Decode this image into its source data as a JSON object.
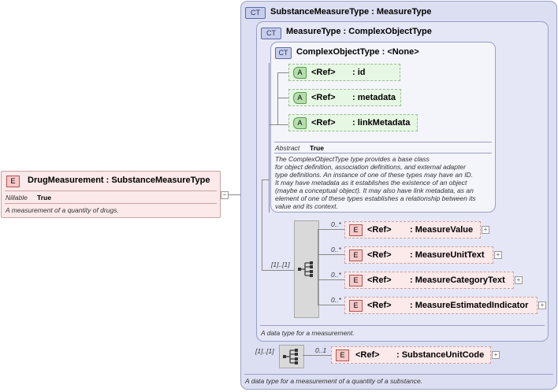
{
  "root_element": {
    "badge": "E",
    "name": "DrugMeasurement",
    "type": ": SubstanceMeasureType",
    "nillable_label": "Nillable",
    "nillable_value": "True",
    "description": "A measurement of a quantity of drugs."
  },
  "substance_measure_type": {
    "badge": "CT",
    "title": "SubstanceMeasureType : MeasureType",
    "description": "A data type for a measurement of a quantity of a substance.",
    "sequence_cardinality": "[1]..[1]",
    "element": {
      "badge": "E",
      "ref": "<Ref>",
      "name": ": SubstanceUnitCode",
      "cardinality": "0..1"
    }
  },
  "measure_type": {
    "badge": "CT",
    "title": "MeasureType : ComplexObjectType",
    "description": "A data type for a measurement.",
    "sequence_cardinality": "[1]..[1]",
    "elements": [
      {
        "badge": "E",
        "ref": "<Ref>",
        "name": ": MeasureValue",
        "cardinality": "0..*"
      },
      {
        "badge": "E",
        "ref": "<Ref>",
        "name": ": MeasureUnitText",
        "cardinality": "0..*"
      },
      {
        "badge": "E",
        "ref": "<Ref>",
        "name": ": MeasureCategoryText",
        "cardinality": "0..*"
      },
      {
        "badge": "E",
        "ref": "<Ref>",
        "name": ": MeasureEstimatedIndicator",
        "cardinality": "0..*"
      }
    ]
  },
  "complex_object_type": {
    "badge": "CT",
    "title": "ComplexObjectType : <None>",
    "attributes": [
      {
        "badge": "A",
        "ref": "<Ref>",
        "name": ": id"
      },
      {
        "badge": "A",
        "ref": "<Ref>",
        "name": ": metadata"
      },
      {
        "badge": "A",
        "ref": "<Ref>",
        "name": ": linkMetadata"
      }
    ],
    "abstract_label": "Abstract",
    "abstract_value": "True",
    "description": [
      "The ComplexObjectType type provides a base class",
      "for object definition, association definitions, and external adapter",
      "type definitions. An instance of one of these types may have an ID.",
      "It may have metadata as it establishes the existence of an object",
      "(maybe a conceptual object). It may also have link metadata, as an",
      "element of one of these types establishes a relationship between its",
      "value and its context."
    ]
  },
  "colors": {
    "element_fill": "#fce9e9",
    "attribute_fill": "#e6f7e3",
    "complex_type_fill": "#dcdff2"
  }
}
